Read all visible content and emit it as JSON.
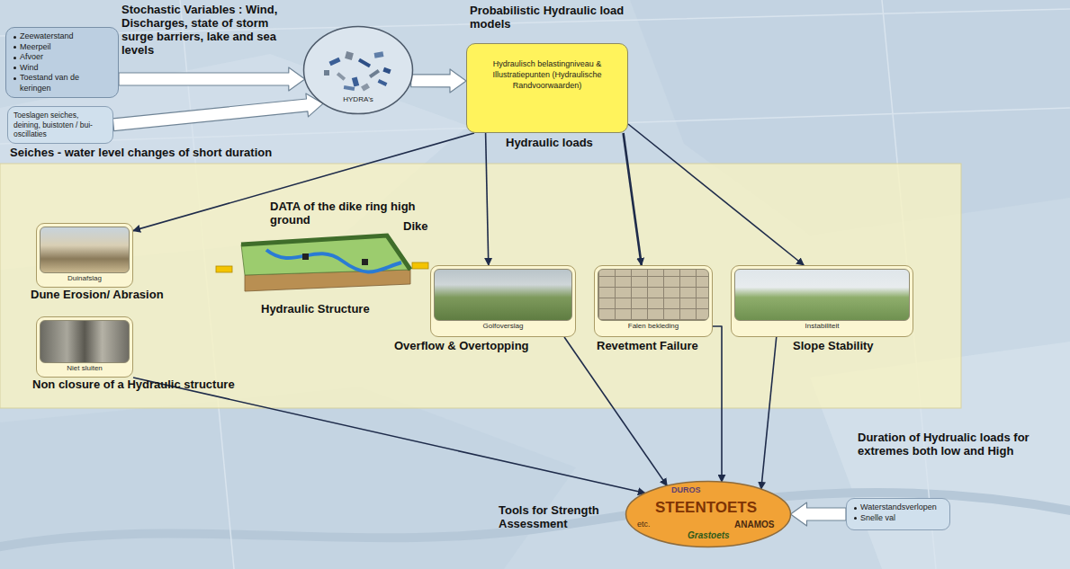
{
  "diagram": {
    "nodes": [
      {
        "text": [
          "Stochastic Variables : Wind, Discharges, state of storm surge barriers, lake and sea levels",
          "Zeewaterstand",
          "Meerpeil",
          "Afvoer",
          "Wind",
          "Toestand van de keringen"
        ]
      },
      {
        "text": [
          "Toeslagen seiches, deining, buistoten / bui-oscillaties",
          "Seiches - water level changes of short duration"
        ]
      },
      {
        "text": [
          "HYDRA's"
        ]
      },
      {
        "text": [
          "Probabilistic Hydraulic load models",
          "Hydraulisch belastingniveau & Illustratiepunten (Hydraulische Randvoorwaarden)"
        ]
      },
      {
        "text": [
          "DATA of the dike ring high ground",
          "Dike",
          "Hydraulic Structure"
        ]
      },
      {
        "text": [
          "Duinafslag",
          "Dune Erosion/ Abrasion"
        ],
        "in": 4
      },
      {
        "text": [
          "Niet sluiten",
          "Non closure of a Hydraulic structure"
        ],
        "in": 4
      },
      {
        "text": [
          "Golfoverslag",
          "Overflow & Overtopping"
        ],
        "in": 4
      },
      {
        "text": [
          "Falen bekleding",
          "Revetment Failure"
        ],
        "in": 4
      },
      {
        "text": [
          "Instabiliteit",
          "Slope Stability"
        ],
        "in": 4
      },
      {
        "text": [
          "DUROS",
          "STEENTOETS",
          "ANAMOS",
          "etc.",
          "Grastoets",
          "Tools for Strength Assessment"
        ]
      },
      {
        "text": [
          "Duration of Hydrualic loads for extremes both low and High",
          "Waterstandsverlopen",
          "Snelle val"
        ]
      }
    ],
    "edges": [
      {
        "from": 0,
        "to": 2,
        "arrow": "to"
      },
      {
        "from": 1,
        "to": 2,
        "arrow": "to"
      },
      {
        "from": 2,
        "to": 3,
        "arrow": "to"
      },
      {
        "from": 3,
        "to": 5,
        "arrow": "to"
      },
      {
        "from": 3,
        "to": 7,
        "arrow": "to"
      },
      {
        "from": 3,
        "to": 8,
        "arrow": "to"
      },
      {
        "from": 3,
        "to": 9,
        "arrow": "to"
      },
      {
        "from": 6,
        "to": 10,
        "arrow": "to"
      },
      {
        "from": 7,
        "to": 10,
        "arrow": "to"
      },
      {
        "from": 8,
        "to": 10,
        "arrow": "to"
      },
      {
        "from": 9,
        "to": 10,
        "arrow": "to"
      },
      {
        "from": 11,
        "to": 10,
        "arrow": "to"
      }
    ],
    "labels": [
      "Hydraulic loads"
    ]
  }
}
